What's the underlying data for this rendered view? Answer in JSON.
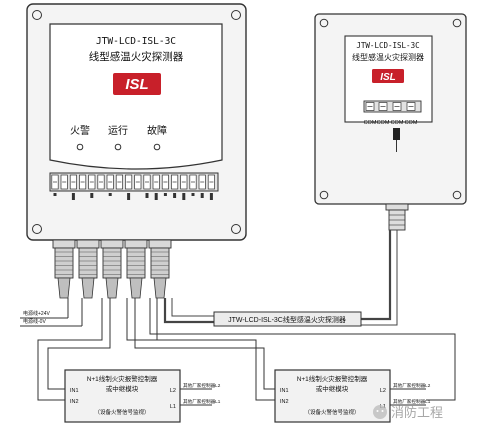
{
  "main_unit": {
    "model": "JTW-LCD-ISL-3C",
    "name": "线型感温火灾探测器",
    "logo": "ISL",
    "indicators": [
      "火警",
      "运行",
      "故障"
    ],
    "power_labels": [
      "电源线+24V",
      "电源线-0V"
    ]
  },
  "remote_unit": {
    "model": "JTW-LCD-ISL-3C",
    "name": "线型感温火灾探测器",
    "logo": "ISL",
    "terminals": [
      "COM",
      "COM",
      "COM",
      "COM"
    ]
  },
  "cable": {
    "label": "JTW-LCD-ISL-3C线型感温火灾探测器"
  },
  "modules": [
    {
      "title": "N+1线制火灾报警控制器",
      "subtitle": "或中继模块",
      "in1": "IN1",
      "in2": "IN2",
      "out1": "L1",
      "out2": "L2",
      "right_label_top": "其他厂家控制器L2",
      "right_label_bottom": "其他厂家控制器L1",
      "note": "（设备火警信号监视）"
    },
    {
      "title": "N+1线制火灾报警控制器",
      "subtitle": "或中继模块",
      "in1": "IN1",
      "in2": "IN2",
      "out1": "L1",
      "out2": "L2",
      "right_label_top": "其他厂家控制器L2",
      "right_label_bottom": "其他厂家控制器L1",
      "note": "（设备火警信号监视）"
    }
  ],
  "watermark": "消防工程"
}
